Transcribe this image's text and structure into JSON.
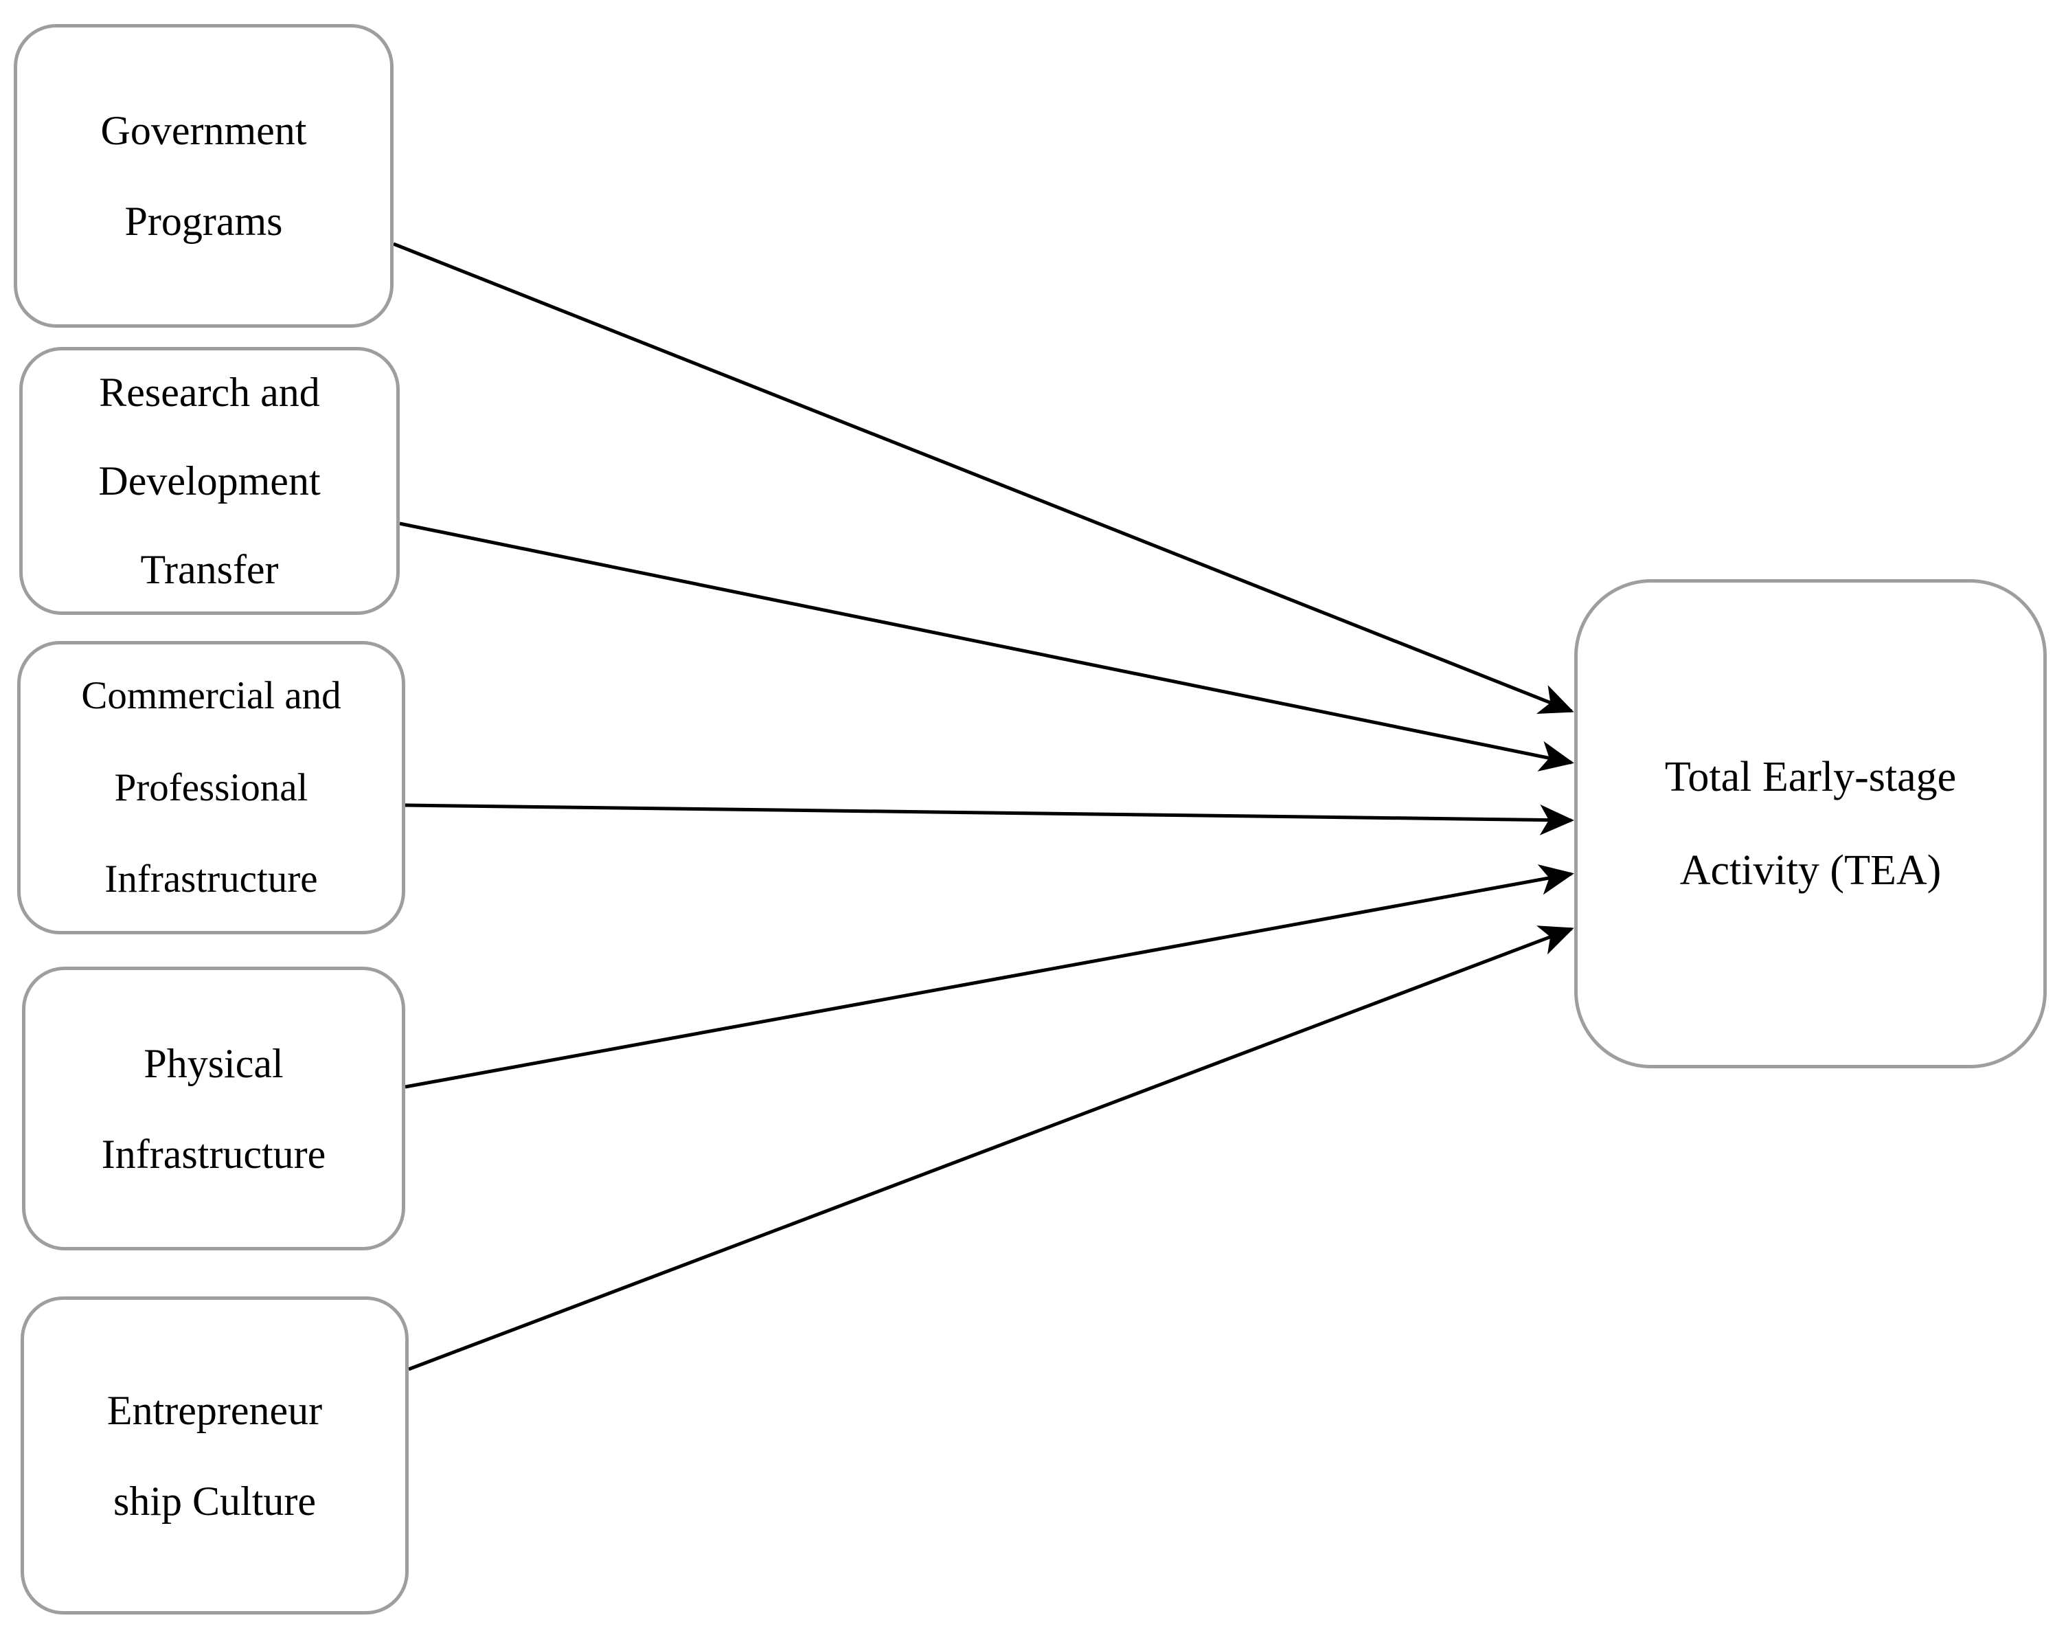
{
  "diagram": {
    "description": "Conceptual model: five entrepreneurial framework condition boxes with arrows pointing to Total Early-stage Activity (TEA)",
    "nodes": [
      {
        "id": "government-programs",
        "label": "Government\nPrograms"
      },
      {
        "id": "research-development-transfer",
        "label": "Research and\nDevelopment\nTransfer"
      },
      {
        "id": "commercial-professional-infrastructure",
        "label": "Commercial and\nProfessional\nInfrastructure"
      },
      {
        "id": "physical-infrastructure",
        "label": "Physical\nInfrastructure"
      },
      {
        "id": "entrepreneurship-culture",
        "label": "Entrepreneur\nship Culture"
      }
    ],
    "target": {
      "id": "total-early-stage-activity",
      "label": "Total Early-stage\nActivity (TEA)"
    },
    "edges": [
      {
        "from": "government-programs",
        "to": "total-early-stage-activity"
      },
      {
        "from": "research-development-transfer",
        "to": "total-early-stage-activity"
      },
      {
        "from": "commercial-professional-infrastructure",
        "to": "total-early-stage-activity"
      },
      {
        "from": "physical-infrastructure",
        "to": "total-early-stage-activity"
      },
      {
        "from": "entrepreneurship-culture",
        "to": "total-early-stage-activity"
      }
    ],
    "colors": {
      "box_border": "#9e9e9e",
      "arrow": "#000000",
      "text": "#000000",
      "background": "#ffffff"
    }
  }
}
